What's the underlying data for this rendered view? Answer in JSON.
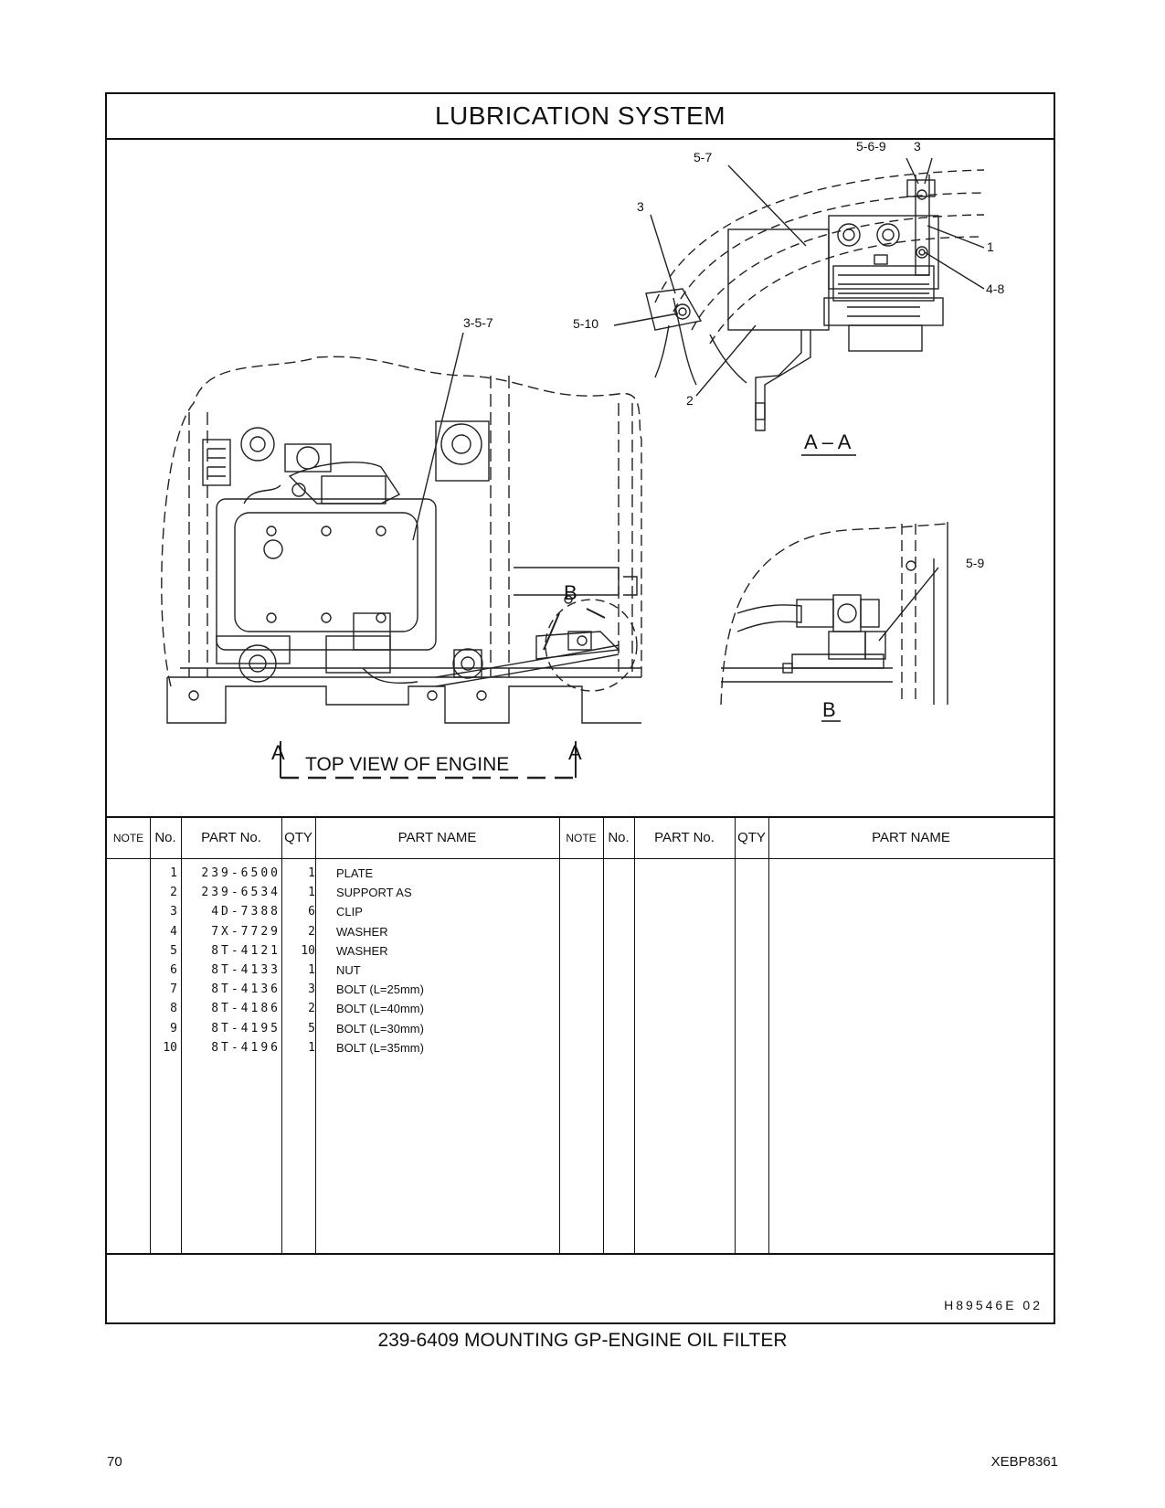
{
  "title": "LUBRICATION   SYSTEM",
  "diagram": {
    "section_aa": "A – A",
    "section_b": "B",
    "view_b_callout": "B",
    "section_a_left": "A",
    "section_a_right": "A",
    "top_view": "TOP  VIEW  OF  ENGINE",
    "callouts": {
      "c569": "5-6-9",
      "c3top": "3",
      "c57": "5-7",
      "c3left": "3",
      "c1": "1",
      "c48": "4-8",
      "c510": "5-10",
      "c357": "3-5-7",
      "c2": "2",
      "c59": "5-9"
    }
  },
  "table": {
    "headers": {
      "note": "NOTE",
      "no": "No.",
      "part_no": "PART No.",
      "qty": "QTY",
      "part_name": "PART NAME"
    },
    "rows": [
      {
        "no": "1",
        "part_no": "239-6500",
        "qty": "1",
        "name": "PLATE"
      },
      {
        "no": "2",
        "part_no": "239-6534",
        "qty": "1",
        "name": "SUPPORT  AS"
      },
      {
        "no": "3",
        "part_no": "4D-7388",
        "qty": "6",
        "name": "CLIP"
      },
      {
        "no": "4",
        "part_no": "7X-7729",
        "qty": "2",
        "name": "WASHER"
      },
      {
        "no": "5",
        "part_no": "8T-4121",
        "qty": "10",
        "name": "WASHER"
      },
      {
        "no": "6",
        "part_no": "8T-4133",
        "qty": "1",
        "name": "NUT"
      },
      {
        "no": "7",
        "part_no": "8T-4136",
        "qty": "3",
        "name": "BOLT (L=25mm)"
      },
      {
        "no": "8",
        "part_no": "8T-4186",
        "qty": "2",
        "name": "BOLT (L=40mm)"
      },
      {
        "no": "9",
        "part_no": "8T-4195",
        "qty": "5",
        "name": "BOLT (L=30mm)"
      },
      {
        "no": "10",
        "part_no": "8T-4196",
        "qty": "1",
        "name": "BOLT (L=35mm)"
      }
    ]
  },
  "drawing_code": "H89546E   02",
  "caption": "239-6409  MOUNTING  GP-ENGINE  OIL  FILTER",
  "page_number": "70",
  "doc_id": "XEBP8361"
}
